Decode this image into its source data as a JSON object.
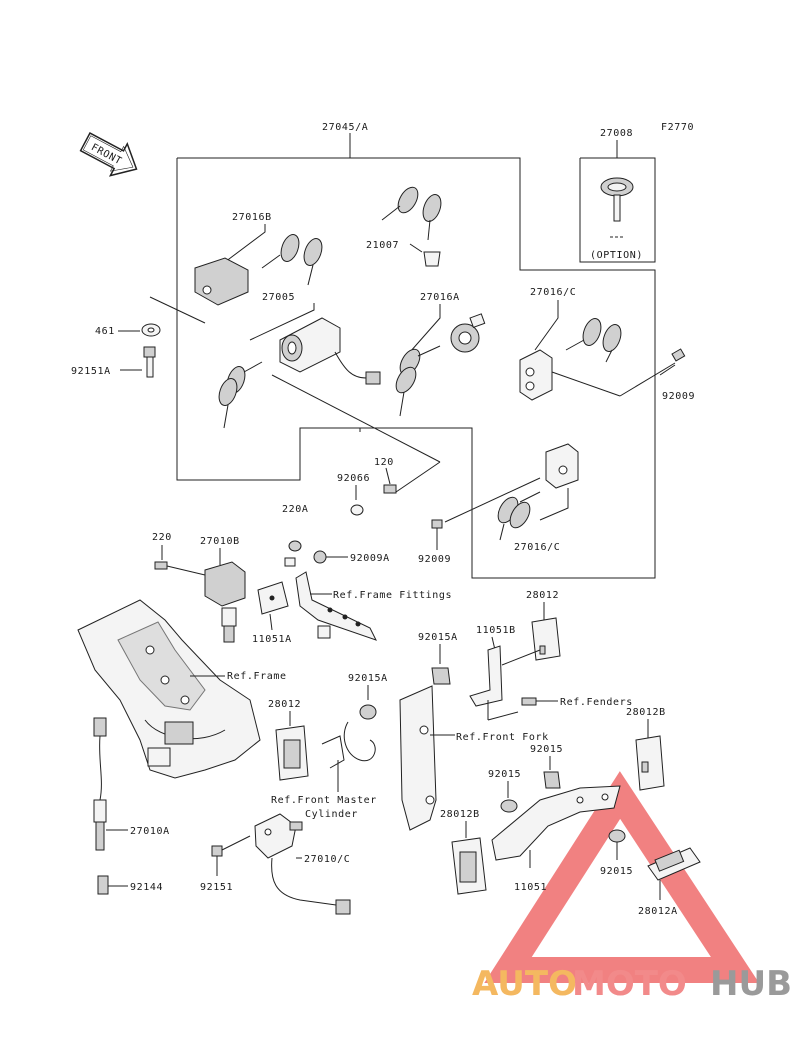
{
  "figure_code": "F2770",
  "front_arrow_label": "FRONT",
  "labels": {
    "l27045A": "27045/A",
    "l27008": "27008",
    "option": "(OPTION)",
    "l27016B": "27016B",
    "l21007": "21007",
    "l461": "461",
    "l92151A": "92151A",
    "l27005": "27005",
    "l27016A": "27016A",
    "l27016C_top": "27016/C",
    "l92009_right": "92009",
    "l120": "120",
    "l92066": "92066",
    "l220A": "220A",
    "l92009_mid": "92009",
    "l27016C_mid": "27016/C",
    "l220": "220",
    "l27010B": "27010B",
    "l92009A": "92009A",
    "ref_frame_fittings": "Ref.Frame Fittings",
    "l11051A": "11051A",
    "l28012_top": "28012",
    "l92015A_1": "92015A",
    "l11051B": "11051B",
    "ref_frame": "Ref.Frame",
    "l92015A_2": "92015A",
    "ref_fenders": "Ref.Fenders",
    "l28012_left": "28012",
    "ref_front_fork": "Ref.Front Fork",
    "l28012B_right": "28012B",
    "l92015_1": "92015",
    "l92015_2": "92015",
    "ref_front_master_1": "Ref.Front Master",
    "ref_front_master_2": "Cylinder",
    "l28012B_left": "28012B",
    "l27010A": "27010A",
    "l27010C": "27010/C",
    "l92015_3": "92015",
    "l11051": "11051",
    "l92144": "92144",
    "l92151": "92151",
    "l28012A": "28012A"
  },
  "watermark": {
    "part1": "AUTO",
    "part2": "MOTO",
    "part3": "HUB",
    "color1": "#f4b860",
    "color2": "#f28a8a",
    "color3": "#9a9a9a",
    "triangle_color": "#ef6b6b"
  }
}
